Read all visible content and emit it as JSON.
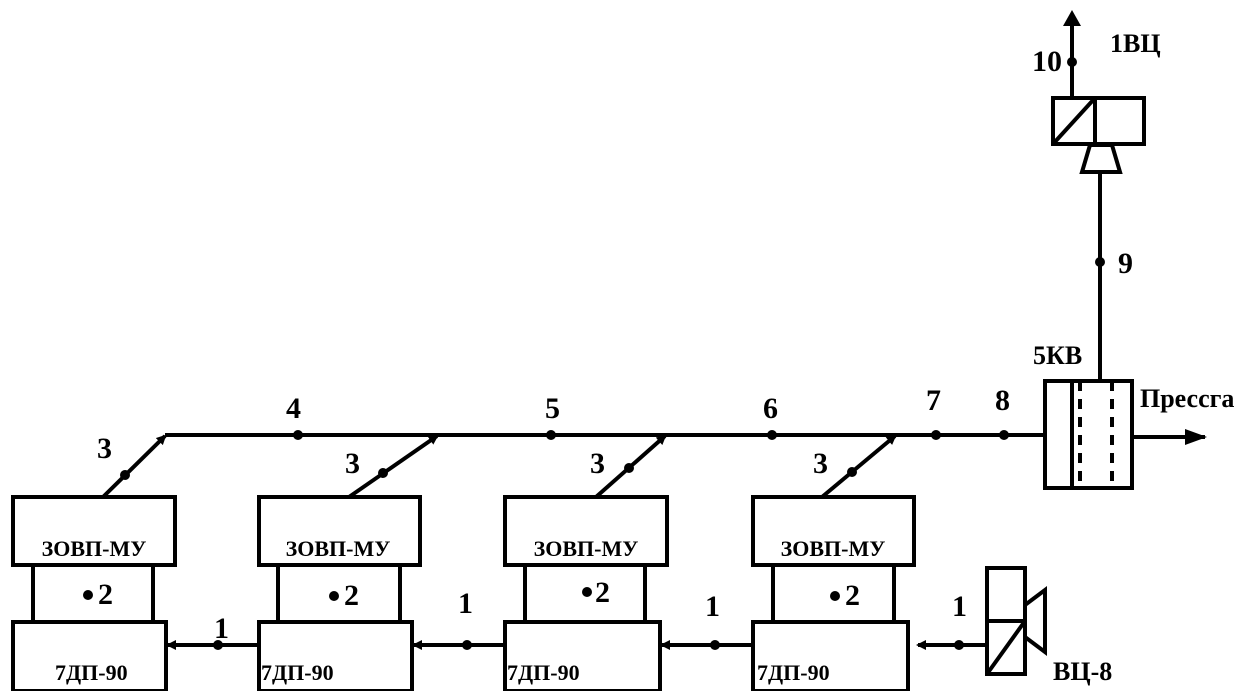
{
  "units": [
    {
      "top_label": "ЗОВП-МУ",
      "mid_label": "2",
      "bottom_label": "7ДП-90",
      "input_label": "1",
      "output_label": "3"
    },
    {
      "top_label": "ЗОВП-МУ",
      "mid_label": "2",
      "bottom_label": "7ДП-90",
      "input_label": "1",
      "output_label": "3"
    },
    {
      "top_label": "ЗОВП-МУ",
      "mid_label": "2",
      "bottom_label": "7ДП-90",
      "input_label": "1",
      "output_label": "3"
    },
    {
      "top_label": "ЗОВП-МУ",
      "mid_label": "2",
      "bottom_label": "7ДП-90",
      "input_label": "1",
      "output_label": "3"
    }
  ],
  "collector_labels": [
    "4",
    "5",
    "6",
    "7",
    "8"
  ],
  "separator": {
    "label": "5КВ",
    "output_label": "Прессга"
  },
  "riser_label": "9",
  "cyclone_top": {
    "label": "1ВЦ",
    "outlet_label": "10"
  },
  "cyclone_bottom": {
    "label": "ВЦ-8",
    "input_label": "1"
  }
}
